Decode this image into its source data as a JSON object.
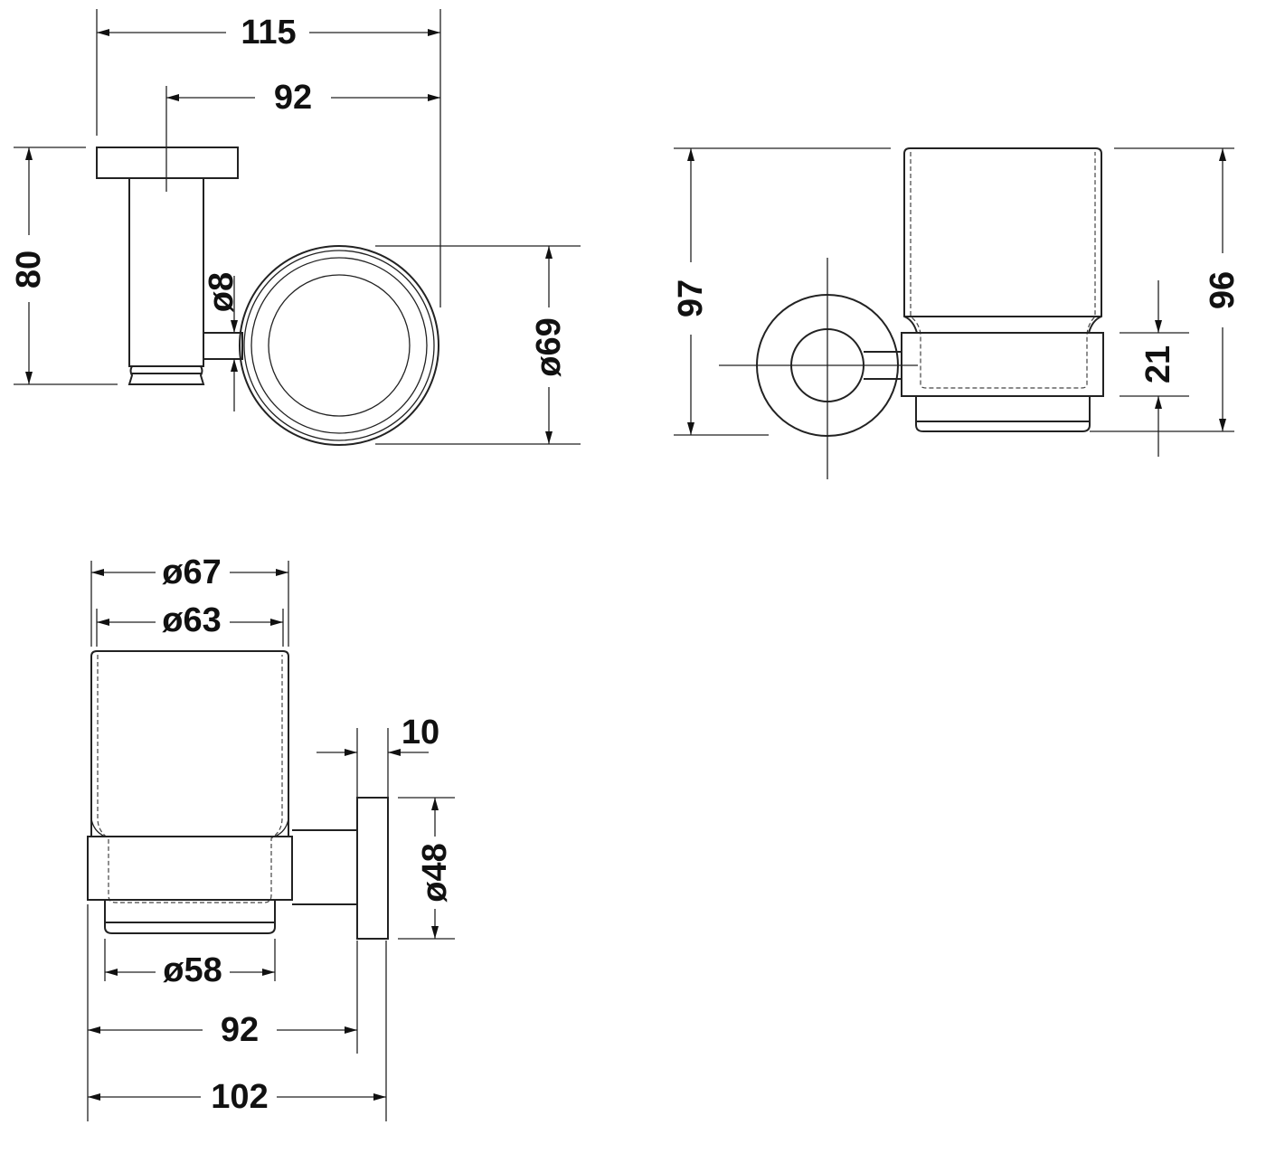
{
  "drawing": {
    "front_view": {
      "width_total": "115",
      "width_center": "92",
      "height": "80",
      "arm_diameter": "ø8",
      "ring_diameter": "ø69"
    },
    "side_view": {
      "height_total": "97",
      "glass_height": "96",
      "holder_height": "21"
    },
    "top_view": {
      "glass_outer_diameter": "ø67",
      "glass_inner_diameter": "ø63",
      "glass_bottom_diameter": "ø58",
      "flange_thickness": "10",
      "flange_diameter": "ø48",
      "projection_center": "92",
      "projection_total": "102"
    },
    "colors": {
      "line": "#222222",
      "background": "#ffffff"
    }
  }
}
